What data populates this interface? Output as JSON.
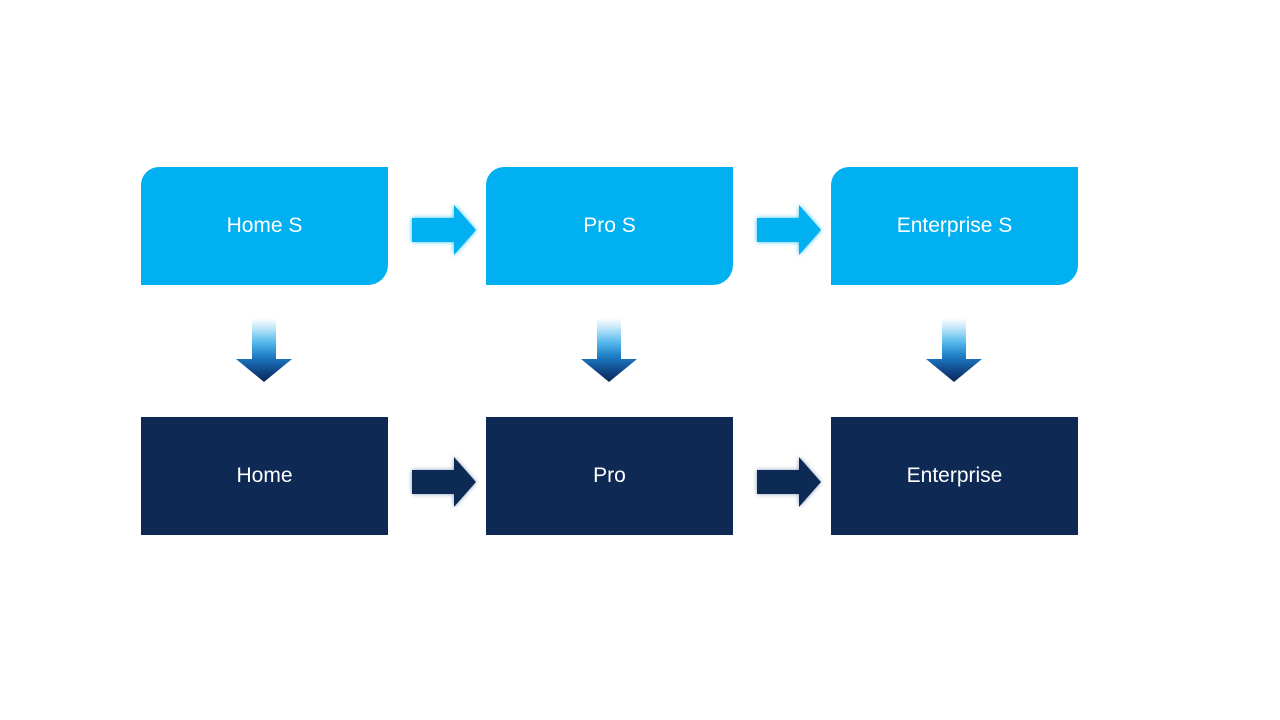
{
  "colors": {
    "canvas": "#FFFFFF",
    "top_box": "#00B0F0",
    "bottom_box": "#0E2A54",
    "box_text": "#FFFFFF",
    "top_arrow": "#00B0F0",
    "bottom_arrow": "#0E2A54",
    "top_arrow_glow": "#00B0F0",
    "bottom_arrow_glow": "#7E92B4",
    "down_arrow_gradient_top": "#FFFFFF",
    "down_arrow_gradient_mid": "#55B9EC",
    "down_arrow_gradient_bottom": "#0A2753"
  },
  "diagram": {
    "type": "process-flow",
    "columns": [
      {
        "top_label": "Home S",
        "bottom_label": "Home"
      },
      {
        "top_label": "Pro S",
        "bottom_label": "Pro"
      },
      {
        "top_label": "Enterprise S",
        "bottom_label": "Enterprise"
      }
    ]
  }
}
